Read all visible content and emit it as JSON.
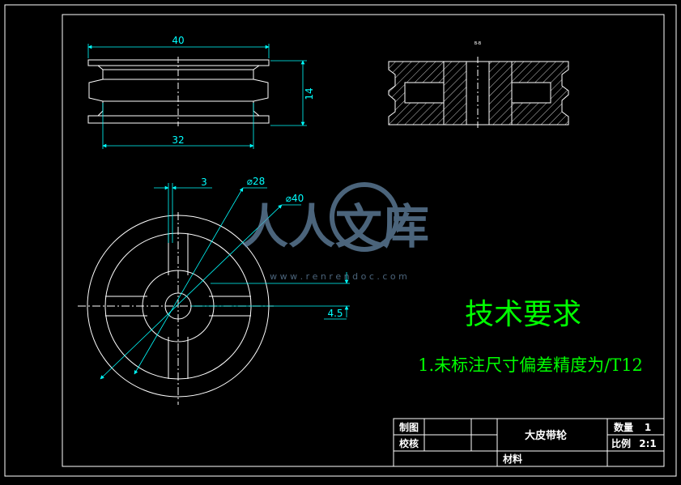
{
  "drawing": {
    "section_label": "B-B",
    "dims": {
      "top_width": "40",
      "inner_width": "32",
      "height": "14",
      "slot_width": "3",
      "dia_inner": "⌀28",
      "dia_outer": "⌀40",
      "offset": "4.5"
    }
  },
  "watermark": {
    "brand": "人人文库",
    "url": "w w w . r e n r e n d o c . c o m"
  },
  "notes": {
    "heading": "技术要求",
    "item1": "1.未标注尺寸偏差精度为/T12"
  },
  "title_block": {
    "drawn_label": "制图",
    "checked_label": "校核",
    "part_name": "大皮带轮",
    "qty_label": "数量",
    "qty_value": "1",
    "scale_label": "比例",
    "scale_value": "2:1",
    "material_label": "材料"
  },
  "colors": {
    "background": "#000000",
    "geometry": "#ffffff",
    "dimension": "#00ffff",
    "notes": "#00ff00",
    "watermark": "#6b8fb0"
  }
}
